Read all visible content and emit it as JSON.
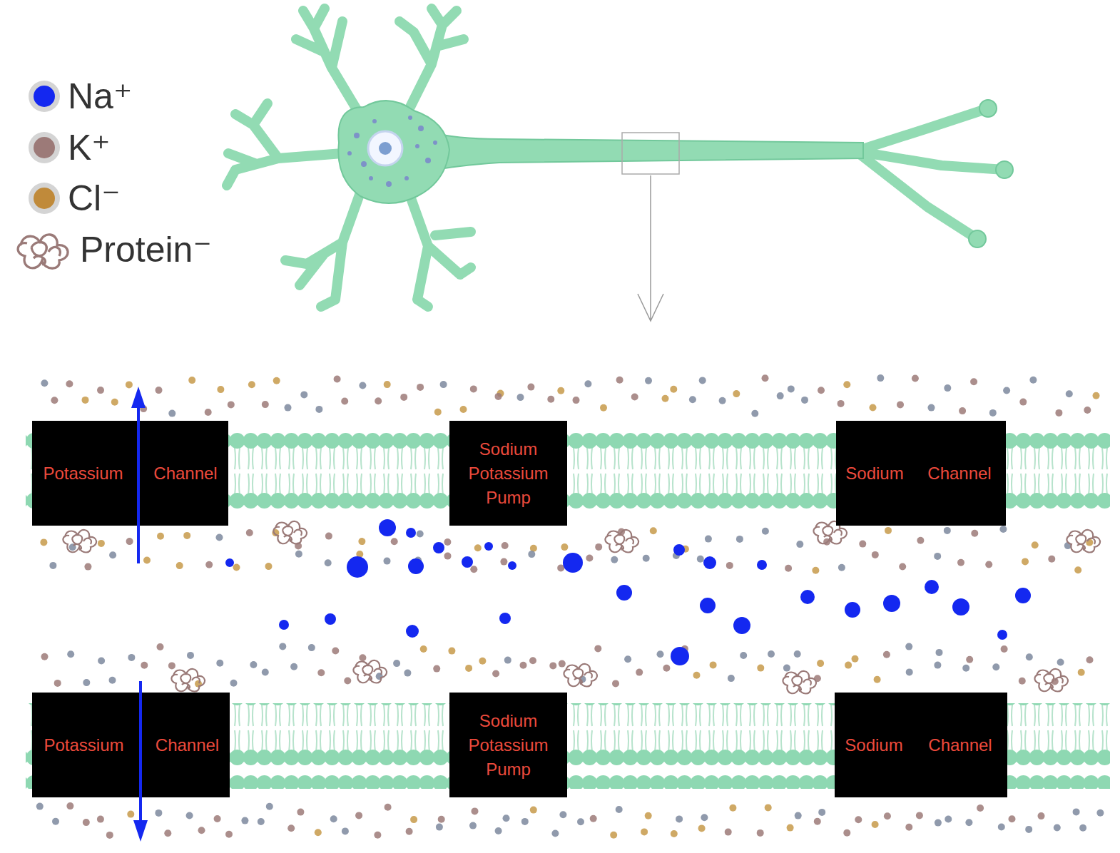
{
  "diagram": {
    "nodes": [
      {
        "text": [
          "Potassium",
          "Channel"
        ]
      },
      {
        "text": [
          "Sodium Potassium Pump"
        ]
      },
      {
        "text": [
          "Sodium",
          "Channel"
        ]
      },
      {
        "text": [
          "Potassium",
          "Channel"
        ]
      },
      {
        "text": [
          "Sodium Potassium Pump"
        ]
      },
      {
        "text": [
          "Sodium",
          "Channel"
        ]
      }
    ],
    "legend": [
      {
        "text": "Na⁺",
        "color": "#1428f0"
      },
      {
        "text": "K⁺",
        "color": "#9c7a78"
      },
      {
        "text": "Cl⁻",
        "color": "#c08a3a"
      },
      {
        "text": "Protein⁻"
      }
    ]
  }
}
